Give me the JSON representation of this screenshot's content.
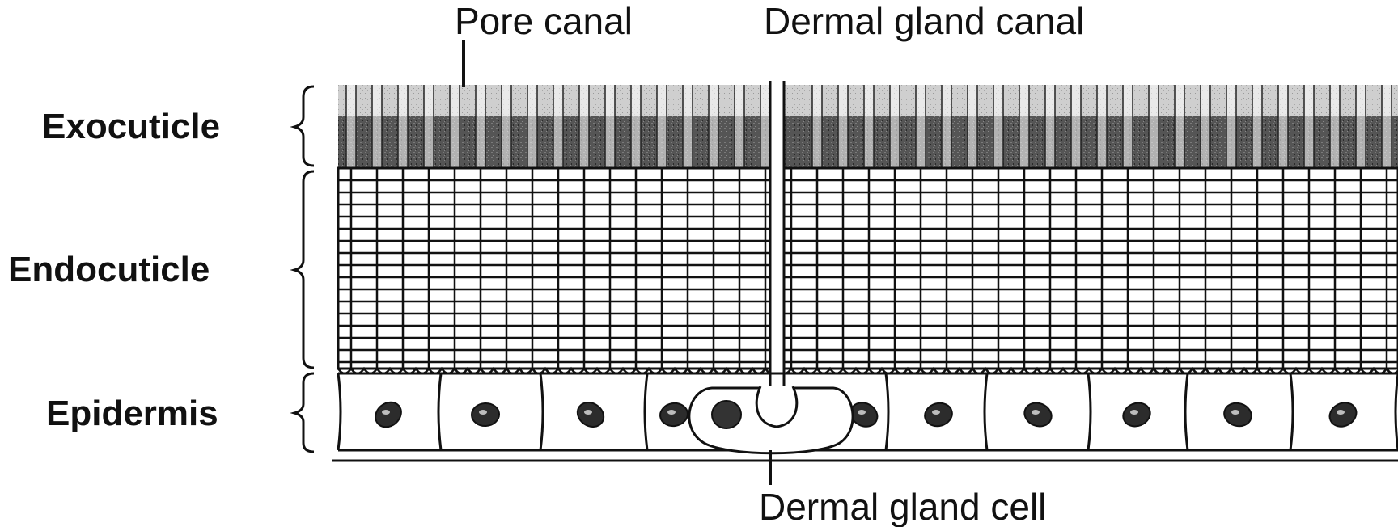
{
  "labels": {
    "pore_canal": "Pore canal",
    "dermal_gland_canal": "Dermal gland canal",
    "exocuticle": "Exocuticle",
    "endocuticle": "Endocuticle",
    "epidermis": "Epidermis",
    "dermal_gland_cell": "Dermal gland cell"
  },
  "colors": {
    "ink": "#111111",
    "exocuticle_light": "#d4d4d4",
    "exocuticle_dark": "#4a4a4a",
    "background": "#ffffff"
  }
}
